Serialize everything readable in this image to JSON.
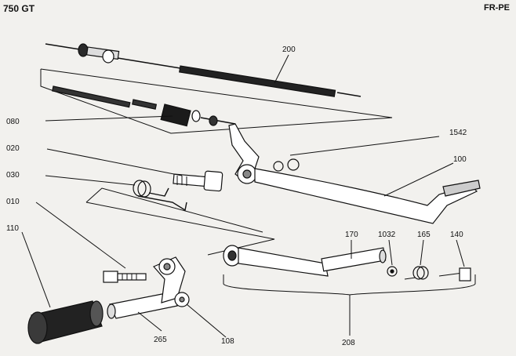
{
  "header": {
    "model": "750 GT",
    "code": "FR-PE"
  },
  "callouts": {
    "c200": "200",
    "c080": "080",
    "c1542": "1542",
    "c020": "020",
    "c100": "100",
    "c030": "030",
    "c010": "010",
    "c170": "170",
    "c1032": "1032",
    "c165": "165",
    "c140": "140",
    "c110": "110",
    "c265": "265",
    "c108": "108",
    "c208": "208"
  }
}
